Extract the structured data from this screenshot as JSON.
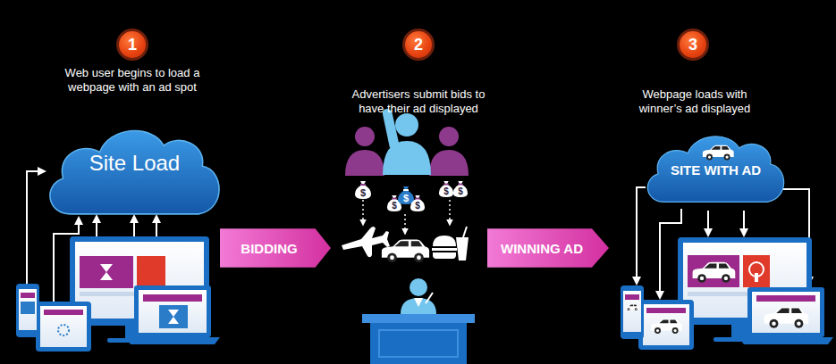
{
  "diagram": {
    "nodes": [
      {
        "text": [
          "1"
        ]
      },
      {
        "text": [
          "Site Load"
        ]
      },
      {
        "text": [
          "BIDDING"
        ]
      },
      {
        "text": [
          "2"
        ]
      },
      {
        "text": [
          "$"
        ]
      },
      {
        "text": [
          "$"
        ]
      },
      {
        "text": [
          "$"
        ]
      },
      {
        "text": [
          "$"
        ]
      },
      {
        "text": [
          "$"
        ]
      },
      {
        "text": [
          "$"
        ]
      },
      {
        "text": [
          "WINNING AD"
        ]
      },
      {
        "text": [
          "3"
        ]
      },
      {
        "text": [
          "SITE WITH AD"
        ]
      }
    ],
    "labels": [
      "Web user begins to load a webpage with an ad spot",
      "Advertisers submit bids to have their ad displayed",
      "Webpage loads with winner’s ad displayed"
    ]
  }
}
